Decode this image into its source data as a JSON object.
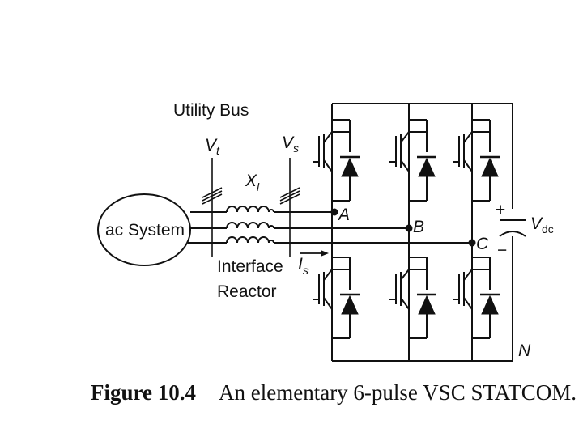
{
  "labels": {
    "utility_bus": "Utility Bus",
    "vt_main": "V",
    "vt_sub": "t",
    "vs_main": "V",
    "vs_sub": "s",
    "xl_main": "X",
    "xl_sub": "l",
    "ac_system": "ac System",
    "interface": "Interface",
    "reactor": "Reactor",
    "is_main": "I",
    "is_sub": "s",
    "node_a": "A",
    "node_b": "B",
    "node_c": "C",
    "node_n": "N",
    "plus": "+",
    "minus": "−",
    "vdc_main": "V",
    "vdc_sub": "dc"
  },
  "caption": {
    "number": "Figure 10.4",
    "text": "An elementary 6-pulse VSC STATCOM."
  },
  "colors": {
    "line": "#111111",
    "background": "#ffffff"
  }
}
